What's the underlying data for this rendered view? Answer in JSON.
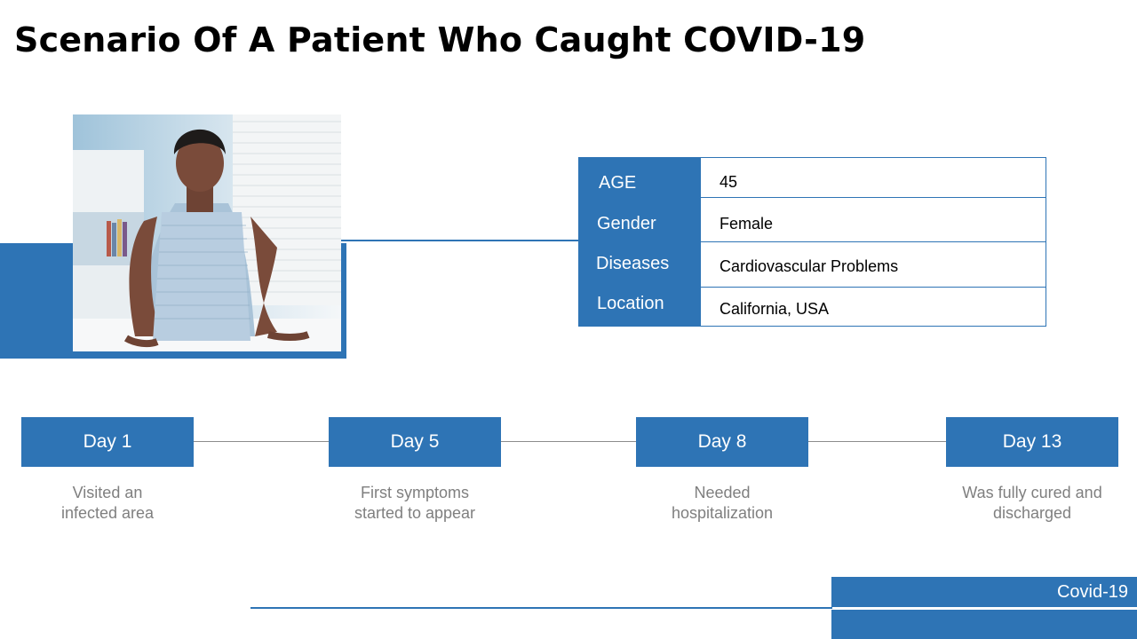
{
  "slide": {
    "title": "Scenario Of A Patient Who Caught COVID-19"
  },
  "patient": {
    "photo_icon": "patient-photo",
    "rows": [
      {
        "label": "AGE",
        "value": "45"
      },
      {
        "label": "Gender",
        "value": "Female"
      },
      {
        "label": "Diseases",
        "value": "Cardiovascular Problems"
      },
      {
        "label": "Location",
        "value": "California, USA"
      }
    ]
  },
  "timeline": [
    {
      "day": "Day 1",
      "desc_line1": "Visited an",
      "desc_line2": "infected area"
    },
    {
      "day": "Day 5",
      "desc_line1": "First symptoms",
      "desc_line2": "started to appear"
    },
    {
      "day": "Day 8",
      "desc_line1": "Needed",
      "desc_line2": "hospitalization"
    },
    {
      "day": "Day 13",
      "desc_line1": "Was fully cured and",
      "desc_line2": "discharged"
    }
  ],
  "footer": {
    "label": "Covid-19"
  },
  "colors": {
    "accent": "#2e74b5",
    "muted_text": "#7f7f7f",
    "divider": "#8c8c8c"
  }
}
